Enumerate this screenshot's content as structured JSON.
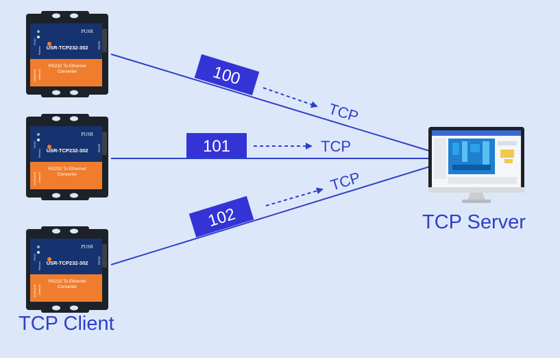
{
  "labels": {
    "client": "TCP Client",
    "server": "TCP Server"
  },
  "device": {
    "brand": "PUSR",
    "model": "USR-TCP232-302",
    "desc_line1": "RS232 To Ethernet",
    "desc_line2": "Converter",
    "side_text_1": "DC5V",
    "side_text_2": "Reload",
    "side_text_3": "10M/100M",
    "side_text_4": "Ethernet",
    "port_label": "RS232"
  },
  "connections": [
    {
      "id": "100",
      "protocol": "TCP"
    },
    {
      "id": "101",
      "protocol": "TCP"
    },
    {
      "id": "102",
      "protocol": "TCP"
    }
  ],
  "colors": {
    "background": "#dce8fa",
    "line": "#2e3fc9",
    "tag": "#3434d6",
    "tag_text": "#ffffff",
    "device_blue": "#16326f",
    "device_orange": "#f07d2d",
    "device_frame": "#1d2128"
  }
}
